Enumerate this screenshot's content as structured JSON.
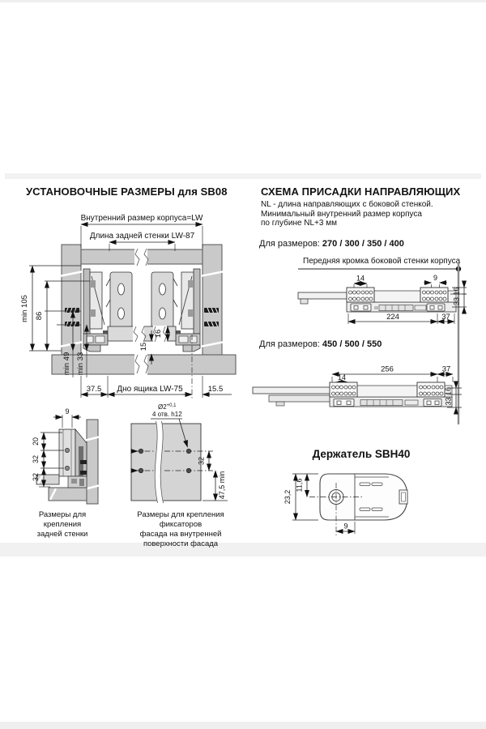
{
  "left_section": {
    "title": "УСТАНОВОЧНЫЕ РАЗМЕРЫ для SB08",
    "main": {
      "lw_label": "Внутренний размер корпуса=LW",
      "back_wall_label": "Длина задней стенки  LW-87",
      "min105": "min 105",
      "h86": "86",
      "min49": "min 49",
      "min33": "min 33",
      "t15": "15",
      "t16": "16",
      "w37_5": "37.5",
      "bottom_label": "Дно ящика  LW-75",
      "w15_5": "15.5"
    },
    "back_wall_fix": {
      "w9": "9",
      "h20": "20",
      "h32a": "32",
      "h32b": "32",
      "caption_line1": "Размеры  для крепления",
      "caption_line2": "задней стенки"
    },
    "facade_fix": {
      "dia": "Ø2",
      "dia_tol": "+0,1",
      "holes_note": "4 отв. h12",
      "h32": "32",
      "h47_5": "47,5 min",
      "caption_line1": "Размеры для крепления фиксаторов",
      "caption_line2": "фасада на внутренней",
      "caption_line3": "поверхности фасада"
    }
  },
  "right_section": {
    "title": "СХЕМА ПРИСАДКИ НАПРАВЛЯЮЩИХ",
    "desc_line1": "NL - длина направляющих с боковой стенкой.",
    "desc_line2": "Минимальный внутренний размер корпуса",
    "desc_line3": "по глубине NL+3 мм",
    "sizes1_label": "Для размеров:",
    "sizes1_values": "270 / 300 / 350 / 400",
    "front_edge_label": "Передняя кромка боковой стенки корпуса",
    "rail1": {
      "d14": "14",
      "d9": "9",
      "d16": "16",
      "d33": "33",
      "d224": "224",
      "d37": "37"
    },
    "sizes2_label": "Для размеров:",
    "sizes2_values": "450 / 500 / 550",
    "rail2": {
      "d14": "14",
      "d16": "16",
      "d33": "33",
      "d256": "256",
      "d37": "37"
    },
    "holder": {
      "title": "Держатель SBH40",
      "d23_2": "23,2",
      "d11_6": "11,6",
      "d9": "9"
    }
  }
}
